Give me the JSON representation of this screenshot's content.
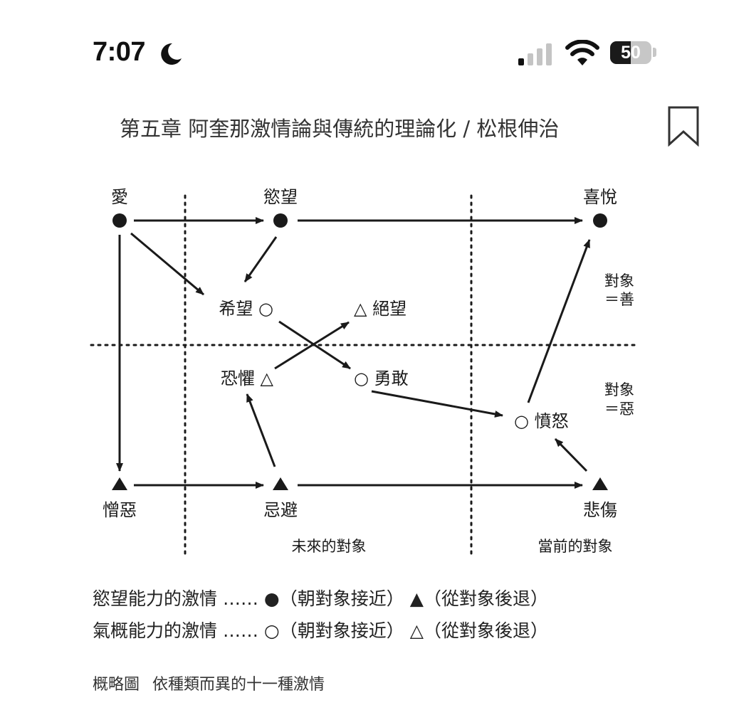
{
  "status_bar": {
    "time": "7:07",
    "battery": "50",
    "battery_fraction": 0.5,
    "icons": [
      "moon-icon",
      "cellular-signal-icon",
      "wifi-icon",
      "battery-icon"
    ]
  },
  "header": {
    "title": "第五章 阿奎那激情論與傳統的理論化 / 松根伸治",
    "bookmark_icon": "bookmark-icon"
  },
  "diagram": {
    "nodes": {
      "love": "愛",
      "desire": "慾望",
      "joy": "喜悅",
      "hope": "希望 ○",
      "despair": "△ 絕望",
      "fear": "恐懼 △",
      "courage": "○ 勇敢",
      "anger": "○ 憤怒",
      "hatred": "憎惡",
      "avoidance": "忌避",
      "sorrow": "悲傷"
    },
    "side_labels": {
      "good_line1": "對象",
      "good_line2": "＝善",
      "evil_line1": "對象",
      "evil_line2": "＝惡"
    },
    "region_labels": {
      "future": "未來的對象",
      "present": "當前的對象"
    }
  },
  "legend": {
    "concupiscible": {
      "name": "慾望能力的激情",
      "dots": "……",
      "approach_symbol": "●",
      "approach": "（朝對象接近）",
      "withdraw_symbol": "▲",
      "withdraw": "（從對象後退）"
    },
    "irascible": {
      "name": "氣概能力的激情",
      "dots": "……",
      "approach_symbol": "○",
      "approach": "（朝對象接近）",
      "withdraw_symbol": "△",
      "withdraw": "（從對象後退）"
    }
  },
  "caption": {
    "label": "概略圖",
    "text": "依種類而異的十一種激情"
  },
  "colors": {
    "ink": "#1a1a1a",
    "title": "#333333"
  }
}
